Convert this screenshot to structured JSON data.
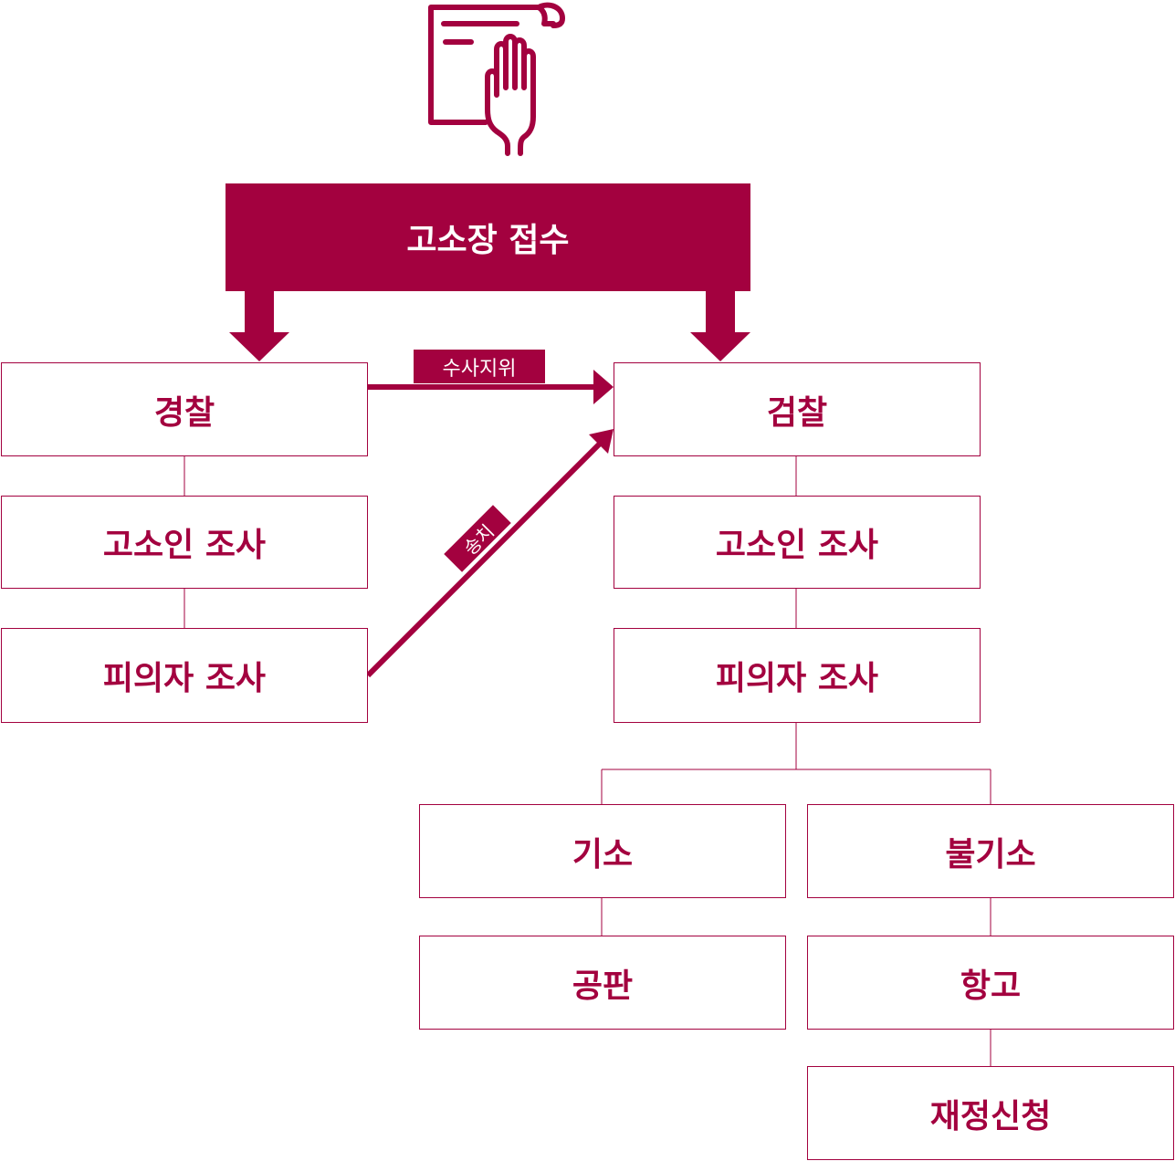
{
  "colors": {
    "accent": "#a3013f",
    "background": "#ffffff"
  },
  "icon": {
    "name": "document-oath-hand-icon"
  },
  "header": {
    "label": "고소장 접수"
  },
  "arrows": {
    "investigation_command": "수사지위",
    "transfer": "송치"
  },
  "police": {
    "title": "경찰",
    "steps": [
      "고소인 조사",
      "피의자 조사"
    ]
  },
  "prosecution": {
    "title": "검찰",
    "steps": [
      "고소인 조사",
      "피의자 조사"
    ]
  },
  "outcomes": {
    "indictment": {
      "label": "기소",
      "next": "공판"
    },
    "non_indictment": {
      "label": "불기소",
      "next": "항고",
      "final": "재정신청"
    }
  }
}
